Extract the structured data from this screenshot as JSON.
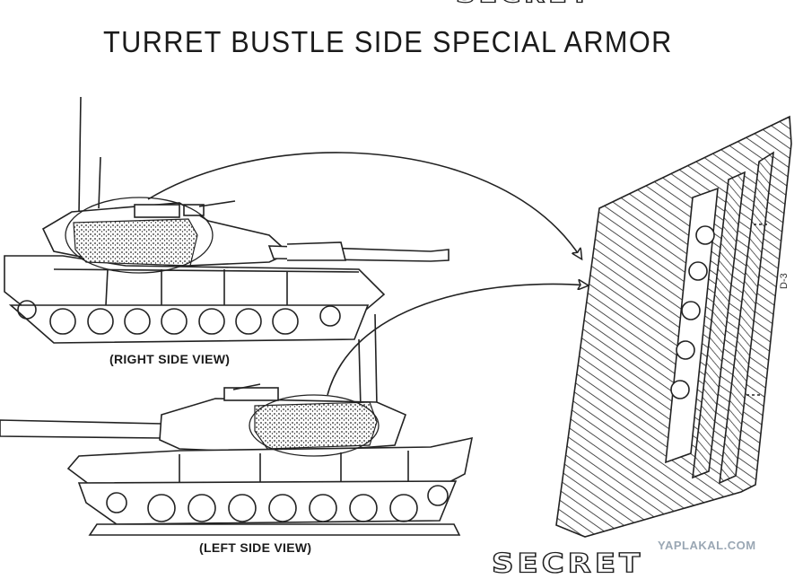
{
  "document": {
    "classification_top": "SECRET",
    "title": "TURRET BUSTLE SIDE SPECIAL ARMOR",
    "caption_right": "(RIGHT SIDE VIEW)",
    "caption_left": "(LEFT SIDE VIEW)",
    "page_number": "D-3",
    "classification_bottom": "SECRET"
  },
  "watermark": "YAPLAKAL.COM",
  "colors": {
    "ink": "#1b1b1b",
    "watermark": "#9aa7b4"
  }
}
